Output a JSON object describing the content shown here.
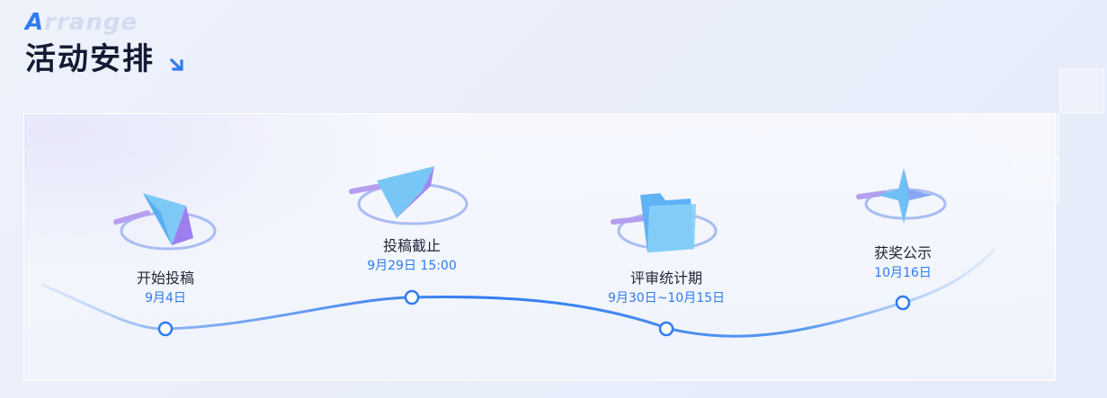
{
  "header": {
    "eyebrow_first": "A",
    "eyebrow_rest": "rrange",
    "title": "活动安排",
    "arrow_icon": "arrow-down-right-icon"
  },
  "colors": {
    "accent": "#2f7bf0",
    "title": "#141a33",
    "text": "#1f2436",
    "eyebrow": "#d3dcf0"
  },
  "timeline": [
    {
      "name": "开始投稿",
      "date": "9月4日",
      "icon": "paper-plane-icon"
    },
    {
      "name": "投稿截止",
      "date": "9月29日 15:00",
      "icon": "send-wedge-icon"
    },
    {
      "name": "评审统计期",
      "date": "9月30日~10月15日",
      "icon": "folder-icon"
    },
    {
      "name": "获奖公示",
      "date": "10月16日",
      "icon": "sparkle-star-icon"
    }
  ]
}
